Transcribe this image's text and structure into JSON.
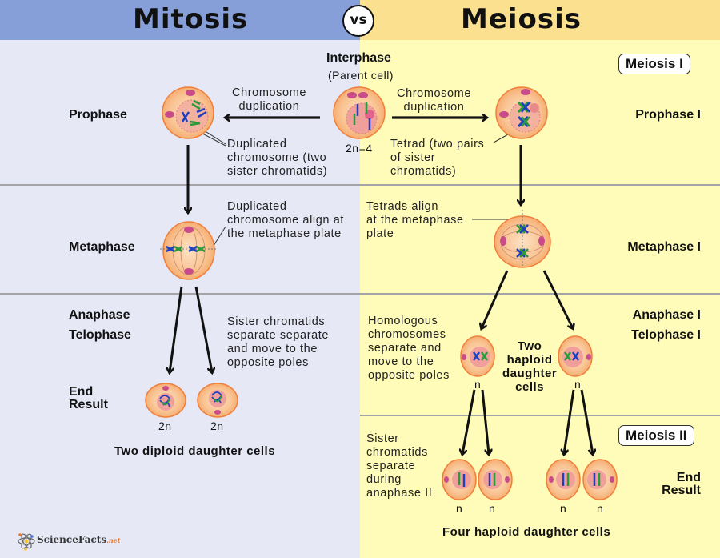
{
  "header": {
    "left_title": "Mitosis",
    "vs_label": "vs",
    "right_title": "Meiosis"
  },
  "colors": {
    "mitosis_header": "#869fd9",
    "meiosis_header": "#fbe08f",
    "mitosis_bg": "#e6e8f6",
    "meiosis_bg": "#fffcb9",
    "cell_fill": "#f7b77c",
    "cell_border": "#f07f3a",
    "nucleus": "#f09f9a",
    "chromosome_blue": "#1f3fbf",
    "chromosome_green": "#2a9a3a"
  },
  "interphase": {
    "title": "Interphase",
    "subtitle": "(Parent cell)",
    "ploidy": "2n=4"
  },
  "mitosis": {
    "arrow_label": "Chromosome\nduplication",
    "phases": {
      "prophase": "Prophase",
      "metaphase": "Metaphase",
      "anaphase": "Anaphase",
      "telophase": "Telophase",
      "end_result": "End\nResult"
    },
    "notes": {
      "prophase": "Duplicated\nchromosome (two\nsister chromatids)",
      "metaphase": "Duplicated\nchromosome align at\nthe metaphase plate",
      "anaphase": "Sister chromatids\nseparate separate\nand move to the\nopposite poles"
    },
    "daughter_ploidy": [
      "2n",
      "2n"
    ],
    "result_caption": "Two diploid daughter cells"
  },
  "meiosis": {
    "arrow_label": "Chromosome\nduplication",
    "stage_badges": [
      "Meiosis I",
      "Meiosis II"
    ],
    "phases": {
      "prophase": "Prophase I",
      "metaphase": "Metaphase I",
      "anaphase": "Anaphase I",
      "telophase": "Telophase I",
      "end_result": "End\nResult"
    },
    "notes": {
      "prophase": "Tetrad (two pairs\nof sister\nchromatids)",
      "metaphase": "Tetrads align\nat the metaphase\nplate",
      "anaphase": "Homologous\nchromosomes\nseparate and\nmove to the\nopposite poles",
      "anaphase2": "Sister\nchromatids\nseparate\nduring\nanaphase II"
    },
    "intermediate_caption": "Two\nhaploid\ndaughter\ncells",
    "intermediate_ploidy": [
      "n",
      "n"
    ],
    "daughter_ploidy": [
      "n",
      "n",
      "n",
      "n"
    ],
    "result_caption": "Four haploid daughter cells"
  },
  "footer": {
    "logo_text": "ScienceFacts",
    "logo_suffix": ".net"
  }
}
